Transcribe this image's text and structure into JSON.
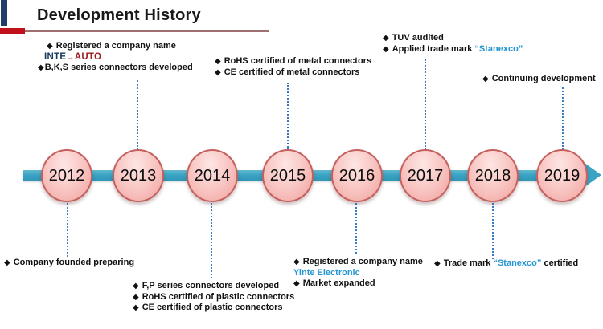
{
  "title": "Development History",
  "timeline": {
    "years": [
      "2012",
      "2013",
      "2014",
      "2015",
      "2016",
      "2017",
      "2018",
      "2019"
    ]
  },
  "events": {
    "e2012": {
      "lines": [
        {
          "bullet": "◆",
          "text": "Company founded preparing"
        }
      ]
    },
    "e2013": {
      "lines": [
        {
          "bullet": "◆",
          "text": "Registered a company name"
        },
        {
          "logo_left": "INTE",
          "logo_sep": "→",
          "logo_right": "AUTO"
        },
        {
          "bullet": "◆",
          "text": "B,K,S series connectors developed"
        }
      ]
    },
    "e2014": {
      "lines": [
        {
          "bullet": "◆",
          "text": "F,P series connectors developed"
        },
        {
          "bullet": "◆",
          "text": "RoHS certified of plastic connectors"
        },
        {
          "bullet": "◆",
          "text": "CE certified of plastic connectors"
        }
      ]
    },
    "e2015": {
      "lines": [
        {
          "bullet": "◆",
          "text": "RoHS certified of metal connectors"
        },
        {
          "bullet": "◆",
          "text": "CE certified of metal connectors"
        }
      ]
    },
    "e2016": {
      "lines": [
        {
          "bullet": "◆",
          "text": "Registered a company name"
        },
        {
          "brand": "Yinte Electronic"
        },
        {
          "bullet": "◆",
          "text": "Market expanded"
        }
      ]
    },
    "e2017": {
      "lines": [
        {
          "bullet": "◆",
          "text": "TUV audited"
        },
        {
          "bullet": "◆",
          "prefix": "Applied trade mark ",
          "brand": "“Stanexco”",
          "suffix": ""
        }
      ]
    },
    "e2018": {
      "lines": [
        {
          "bullet": "◆",
          "prefix": "Trade mark ",
          "brand": "“Stanexco”",
          "suffix": " certified"
        }
      ]
    },
    "e2019": {
      "lines": [
        {
          "bullet": "◆",
          "text": "Continuing development"
        }
      ]
    }
  },
  "colors": {
    "arrow_teal": "#3BA4C4",
    "circle_fill_top": "#FDE6E4",
    "circle_fill_bottom": "#F1A09C",
    "circle_border": "#C4605E",
    "connector_blue": "#3A7BC8",
    "brand_blue": "#2596D1",
    "logo_navy": "#17365D",
    "logo_red": "#9E1B1F",
    "header_red": "#C0111C",
    "header_navy": "#1F3F68",
    "header_line": "#9D6F6F"
  }
}
